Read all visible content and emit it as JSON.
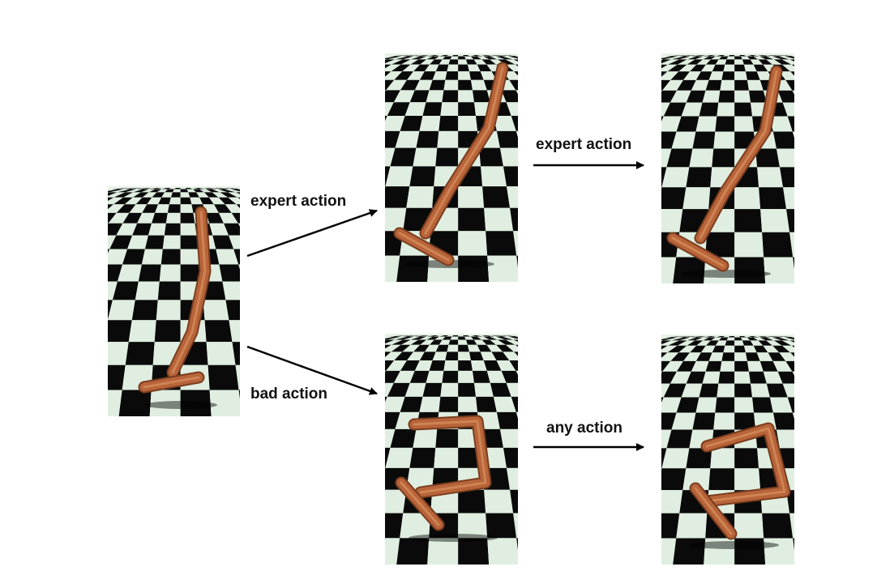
{
  "labels": {
    "expert_top": "expert action",
    "expert_right": "expert action",
    "bad": "bad action",
    "any": "any action"
  },
  "colors": {
    "floor_dark": "#0a0a0a",
    "floor_light": "#dfeee0",
    "sky": "#e8f2e6",
    "limb": "#b8643a",
    "limb_dark": "#7a3d1e",
    "arrow": "#000000"
  },
  "panels": [
    {
      "id": "initial",
      "pose": "upright-slight-lean"
    },
    {
      "id": "expert-1",
      "pose": "leaning-forward"
    },
    {
      "id": "expert-2",
      "pose": "leaning-forward-further"
    },
    {
      "id": "bad-1",
      "pose": "folded"
    },
    {
      "id": "bad-2",
      "pose": "folded-collapsed"
    }
  ]
}
